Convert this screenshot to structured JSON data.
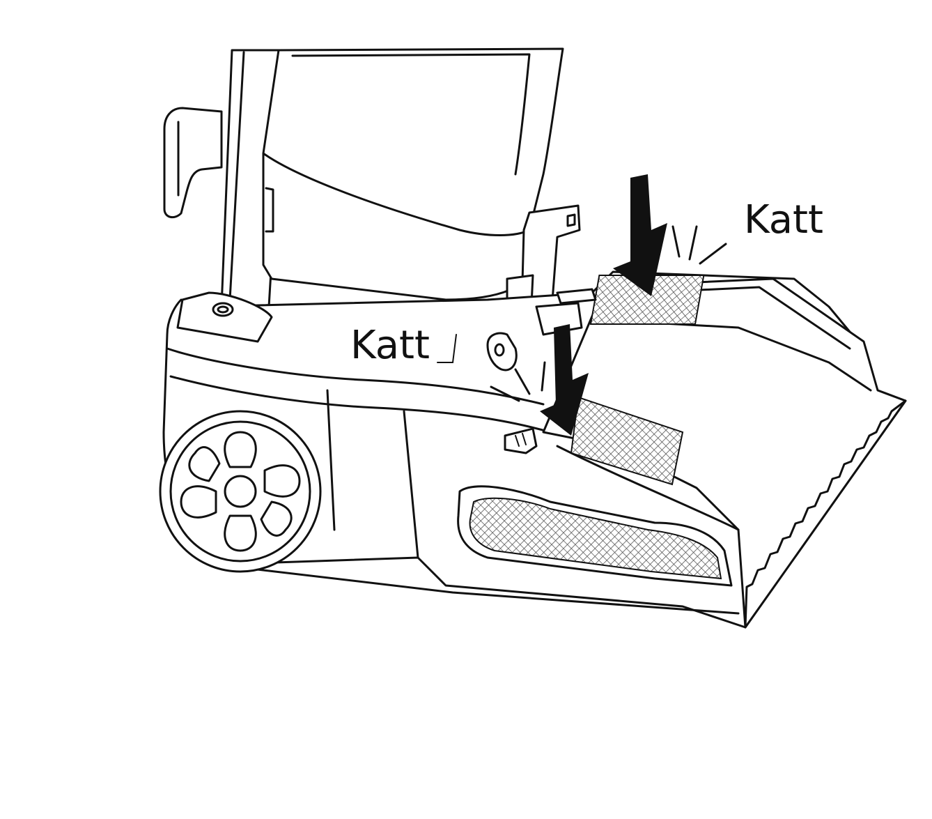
{
  "callouts": [
    {
      "id": "right",
      "text": "Katt"
    },
    {
      "id": "left",
      "text": "Katt"
    }
  ],
  "colors": {
    "ink": "#111111",
    "background": "#ffffff",
    "mesh": "#555555"
  },
  "icons": [
    "press-arrow-icon",
    "click-sound-lines-icon"
  ]
}
